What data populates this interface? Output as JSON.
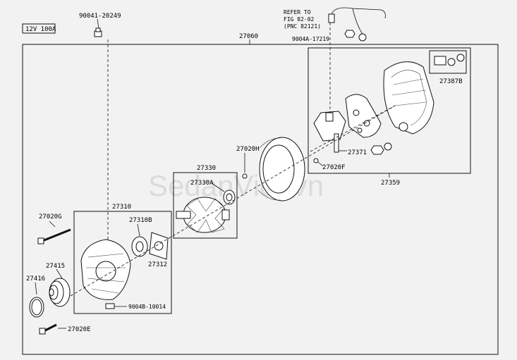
{
  "spec_tag": "12V 100A",
  "labels": {
    "p27060": "27060",
    "p90041": "90041-20249",
    "refer": [
      "REFER TO",
      "FIG 82-02",
      "(PNC 82121)"
    ],
    "p9004A": "9004A-17219",
    "p27387B": "27387B",
    "p27020H": "27020H",
    "p27371": "27371",
    "p27020F": "27020F",
    "p27359": "27359",
    "p27330": "27330",
    "p27330A": "27330A",
    "p27310": "27310",
    "p27310B": "27310B",
    "p27312": "27312",
    "p27020G": "27020G",
    "p27415": "27415",
    "p27416": "27416",
    "p9004B": "9004B-10014",
    "p27020E": "27020E"
  },
  "watermark": "SedanViet.vn"
}
